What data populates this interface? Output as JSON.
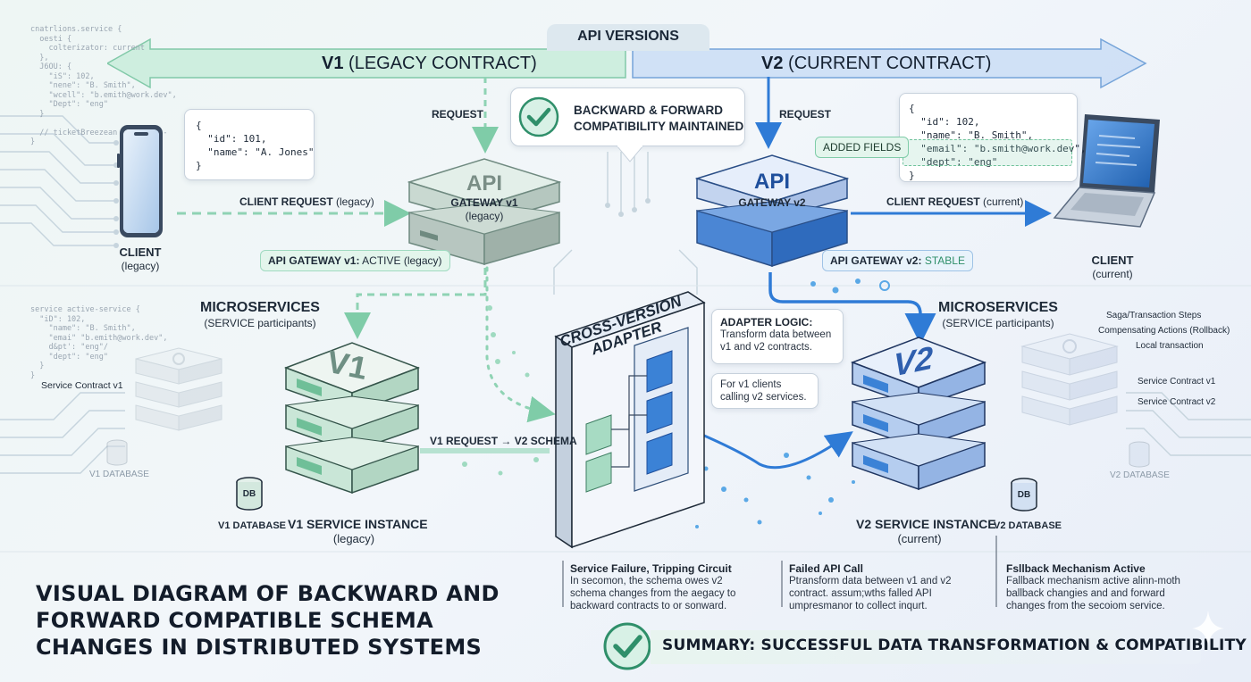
{
  "header": {
    "api_versions": "API VERSIONS",
    "v1_prefix": "V1",
    "v1_suffix": "(LEGACY CONTRACT)",
    "v2_prefix": "V2",
    "v2_suffix": "(CURRENT CONTRACT)"
  },
  "compat_note": {
    "line1": "BACKWARD & FORWARD",
    "line2": "COMPATIBILITY MAINTAINED"
  },
  "left_client": {
    "json": "{\n  \"id\": 101,\n  \"name\": \"A. Jones\"\n}",
    "label": "CLIENT",
    "sub": "(legacy)",
    "request_label_bold": "CLIENT REQUEST",
    "request_label_sub": "(legacy)"
  },
  "right_client": {
    "json": "{\n  \"id\": 102,\n  \"name\": \"B. Smith\",\n  \"email\": \"b.smith@work.dev\",\n  \"dept\": \"eng\"\n}",
    "added_fields": "ADDED FIELDS",
    "label": "CLIENT",
    "sub": "(current)",
    "request_label_bold": "CLIENT REQUEST",
    "request_label_sub": "(current)"
  },
  "gateway_v1": {
    "request": "REQUEST",
    "api": "API",
    "name": "GATEWAY v1",
    "sub": "(legacy)",
    "status_bold": "API GATEWAY v1:",
    "status_text": "ACTIVE (legacy)"
  },
  "gateway_v2": {
    "request": "REQUEST",
    "api": "API",
    "name": "GATEWAY v2",
    "status_bold": "API GATEWAY v2:",
    "status_text": "STABLE"
  },
  "micro_left": {
    "title": "MICROSERVICES",
    "sub": "(SERVICE participants)",
    "contract": "Service Contract v1",
    "faded_db": "V1 DATABASE",
    "db": "DB",
    "db_label": "V1 DATABASE",
    "server": "V1",
    "instance": "V1 SERVICE INSTANCE",
    "instance_sub": "(legacy)",
    "code": "service active-service {\n  \"iD\": 102,\n    \"name\": \"B. Smith\",\n    \"emai\" \"b.emith@work.dev\",\n    d&pt': \"eng\"/\n    \"dept\": \"eng\"\n  }\n}"
  },
  "micro_right": {
    "title": "MICROSERVICES",
    "sub": "(SERVICE participants)",
    "saga": [
      "Saga/Transaction Steps",
      "Compensating Actions (Rollback)",
      "Local transaction"
    ],
    "contract_v1": "Service Contract v1",
    "contract_v2": "Service Contract v2",
    "faded_db": "V2 DATABASE",
    "db": "DB",
    "db_label": "V2 DATABASE",
    "server": "V2",
    "instance": "V2 SERVICE INSTANCE",
    "instance_sub": "(current)"
  },
  "adapter": {
    "title_line1": "CROSS-VERSION",
    "title_line2": "ADAPTER",
    "logic_title": "ADAPTER LOGIC:",
    "logic_body": "Transform data between\nv1 and v2 contracts.",
    "v1_clients": "For v1 clients\ncalling v2 services.",
    "v1_request": "V1 REQUEST → V2 SCHEMA"
  },
  "top_left_code": "cnatrlions.service {\n  oesti {\n    colterizator: current\n  },\n  J6OU: {\n    \"iS\": 102,\n    \"nene\": \"B. Smith\",\n    \"wcell\": \"b.emith@work.dev\",\n    \"Dept\": \"eng\"\n  }\n\n  // ticketBreezean change ---\n}",
  "notes": [
    {
      "title": "Service Failure, Tripping Circuit",
      "body": "In secomon, the schema owes v2\nschema changes from the aegacy to\nbackward contracts to or sonward."
    },
    {
      "title": "Failed API Call",
      "body": "Ptransform data between v1 and v2\ncontract. assum;wths falled API\numpresmanor to collect inqurt."
    },
    {
      "title": "Fsllback Mechanism Active",
      "body": "Fallback mechanism active alinn-moth\nballback changies and and forward\nchanges from the secoiom service."
    }
  ],
  "main_title": {
    "line1": "VISUAL DIAGRAM OF BACKWARD AND",
    "line2": "FORWARD COMPATIBLE SCHEMA",
    "line3": "CHANGES IN DISTRIBUTED SYSTEMS"
  },
  "summary": "SUMMARY: SUCCESSFUL DATA TRANSFORMATION & COMPATIBILITY",
  "colors": {
    "v1_green": "#8fd3b4",
    "v1_dark": "#4a9c7c",
    "v2_blue": "#3b82d6",
    "v2_dark": "#1f5fae",
    "ink": "#131c2a"
  }
}
